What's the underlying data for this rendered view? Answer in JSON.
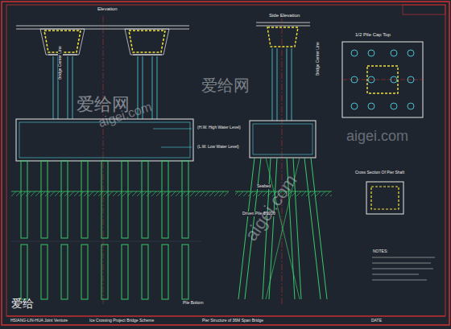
{
  "diagram": {
    "labels": [
      "Elevation",
      "Side Elevation",
      "1/2 Pile Cap Top",
      "Bridge Center Line",
      "Bridge Center Line",
      "(H.W. High Water Level)",
      "(L.W. Low Water Level)",
      "Seabed",
      "Driven Pile Φ1200",
      "Pile Bottom",
      "Cross Section Of Pier Shaft",
      "NOTES:",
      "HSIANG-LIN-HUA Joint Venture",
      "Ice Crossing Project Bridge Scheme",
      "Pier Structure of 36M Span Bridge",
      "DATE",
      "爱给网",
      "aigei.com",
      "爱给网",
      "aigei.com",
      "aigei.com",
      "爱给"
    ]
  }
}
